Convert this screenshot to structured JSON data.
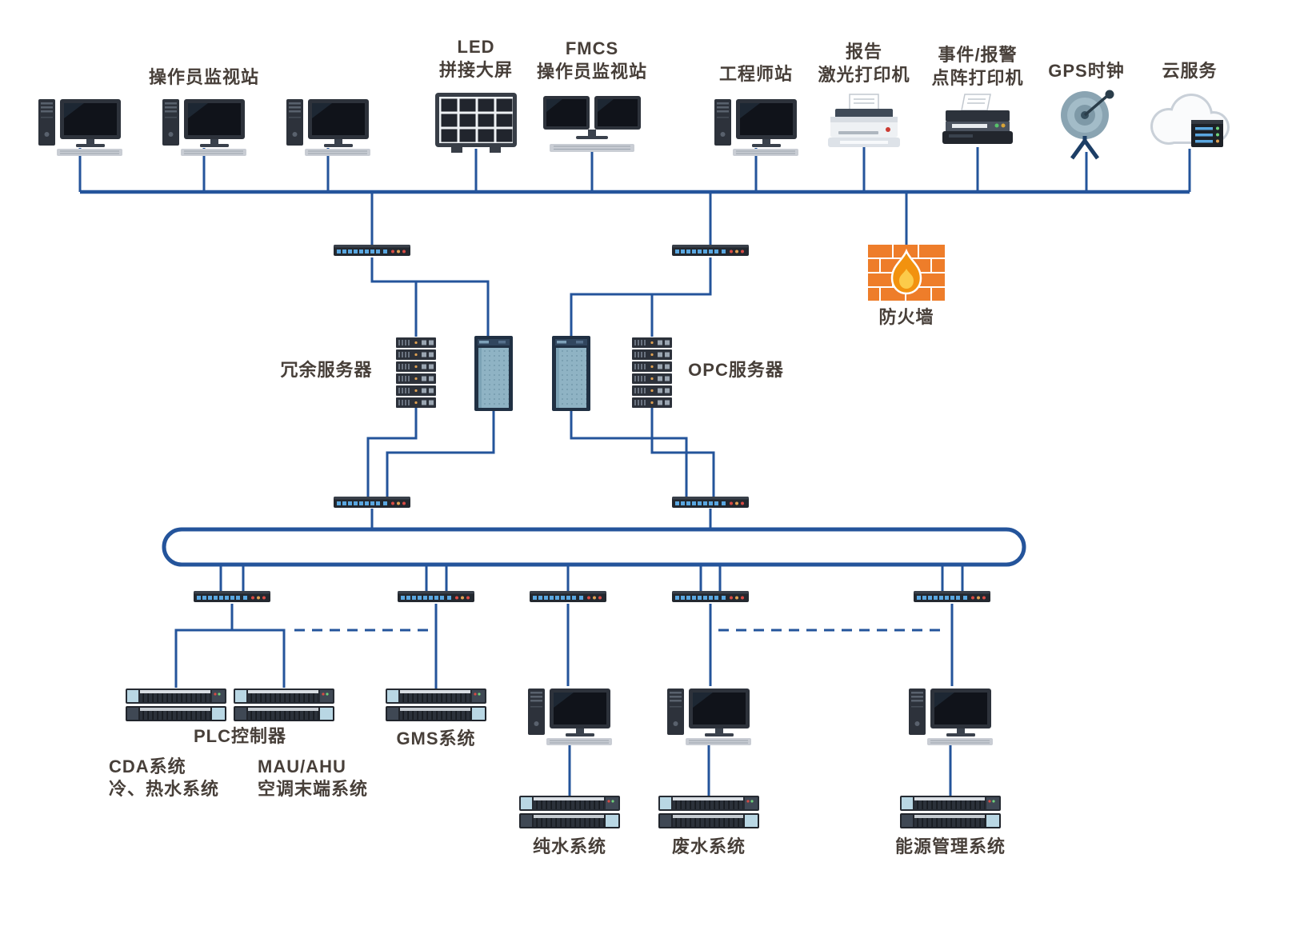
{
  "colors": {
    "line": "#24549b",
    "label": "#473f39",
    "firewall_orange": "#ee7d2a"
  },
  "labels": {
    "operator_station": "操作员监视站",
    "led_line1": "LED",
    "led_line2": "拼接大屏",
    "fmcs_line1": "FMCS",
    "fmcs_line2": "操作员监视站",
    "engineer_station": "工程师站",
    "laser_line1": "报告",
    "laser_line2": "激光打印机",
    "dot_line1": "事件/报警",
    "dot_line2": "点阵打印机",
    "gps_clock": "GPS时钟",
    "cloud_service": "云服务",
    "firewall": "防火墙",
    "redundant_server": "冗余服务器",
    "opc_server": "OPC服务器",
    "plc_controller": "PLC控制器",
    "gms_system": "GMS系统",
    "cda_line1": "CDA系统",
    "cda_line2": "冷、热水系统",
    "mau_line1": "MAU/AHU",
    "mau_line2": "空调末端系统",
    "pure_water": "纯水系统",
    "waste_water": "废水系统",
    "energy_mgmt": "能源管理系统"
  },
  "icons": {
    "workstation": "desktop-pc-monitor-keyboard",
    "led_wall": "video-wall-grid",
    "fmcs_station": "dual-monitor-workstation",
    "laser_printer": "laser-printer",
    "dot_matrix_printer": "dot-matrix-printer",
    "gps_clock": "satellite-dish",
    "cloud_service": "cloud-with-server",
    "firewall": "brick-wall-with-flame",
    "switch": "ethernet-switch",
    "server_rack": "rackmount-server-stack",
    "server_cabinet": "server-cabinet",
    "plc_rack": "plc-controller-rack"
  }
}
